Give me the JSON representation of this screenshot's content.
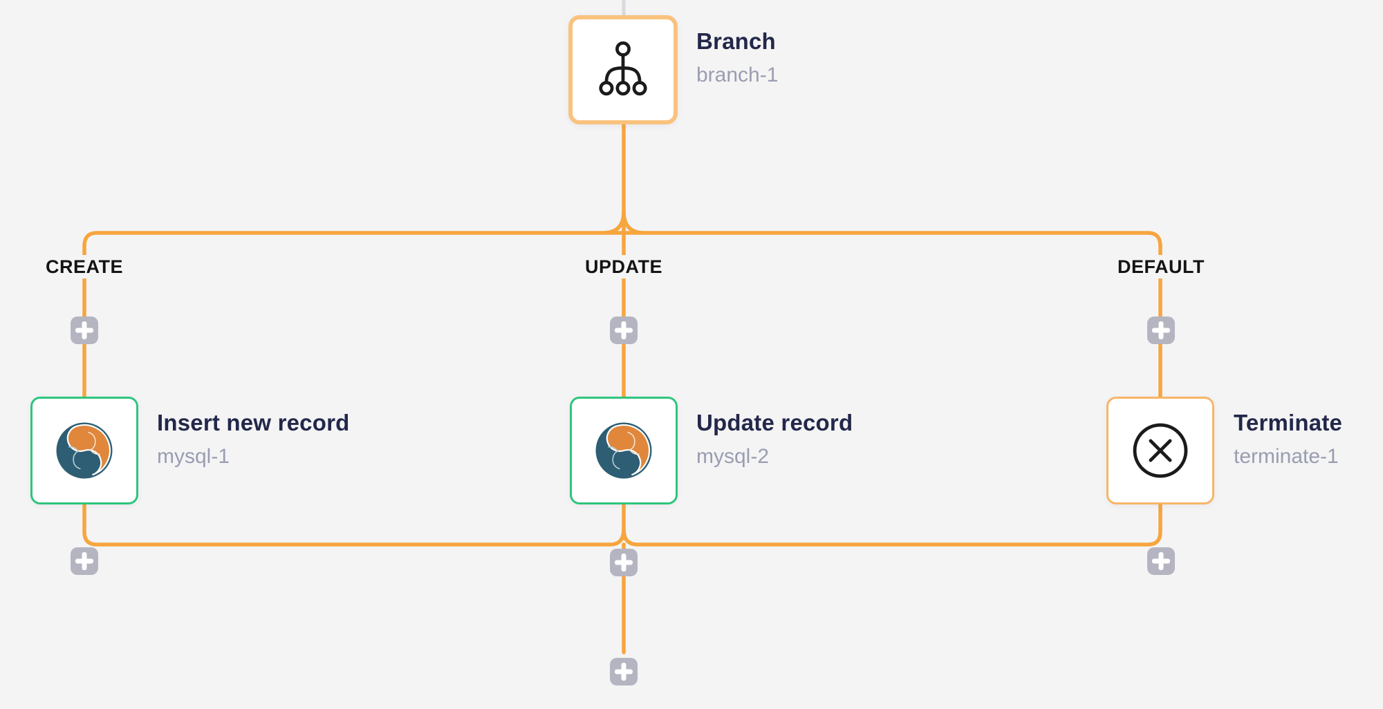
{
  "canvas": {
    "type": "workflow-editor",
    "background_color": "#f4f4f5",
    "edge_color": "#f7a53e",
    "incoming_edge_color": "#d9dade",
    "add_button_color": "#b4b5c1",
    "plus_symbol": "+"
  },
  "nodes": [
    {
      "title": "Branch",
      "subtitle": "branch-1",
      "icon": "branch-icon",
      "border_color": "#f9c27d",
      "selected": true
    },
    {
      "title": "Insert new record",
      "subtitle": "mysql-1",
      "icon": "mysql-icon",
      "border_color": "#2ec57c",
      "branch": "CREATE"
    },
    {
      "title": "Update record",
      "subtitle": "mysql-2",
      "icon": "mysql-icon",
      "border_color": "#2ec57c",
      "branch": "UPDATE"
    },
    {
      "title": "Terminate",
      "subtitle": "terminate-1",
      "icon": "terminate-icon",
      "border_color": "#f7b568",
      "branch": "DEFAULT"
    }
  ],
  "branch_labels": [
    "CREATE",
    "UPDATE",
    "DEFAULT"
  ],
  "text_colors": {
    "title": "#23284a",
    "subtitle": "#999db0",
    "edge_label": "#141414"
  },
  "mysql_logo_colors": {
    "teal": "#2d5e74",
    "orange": "#e0873c"
  }
}
